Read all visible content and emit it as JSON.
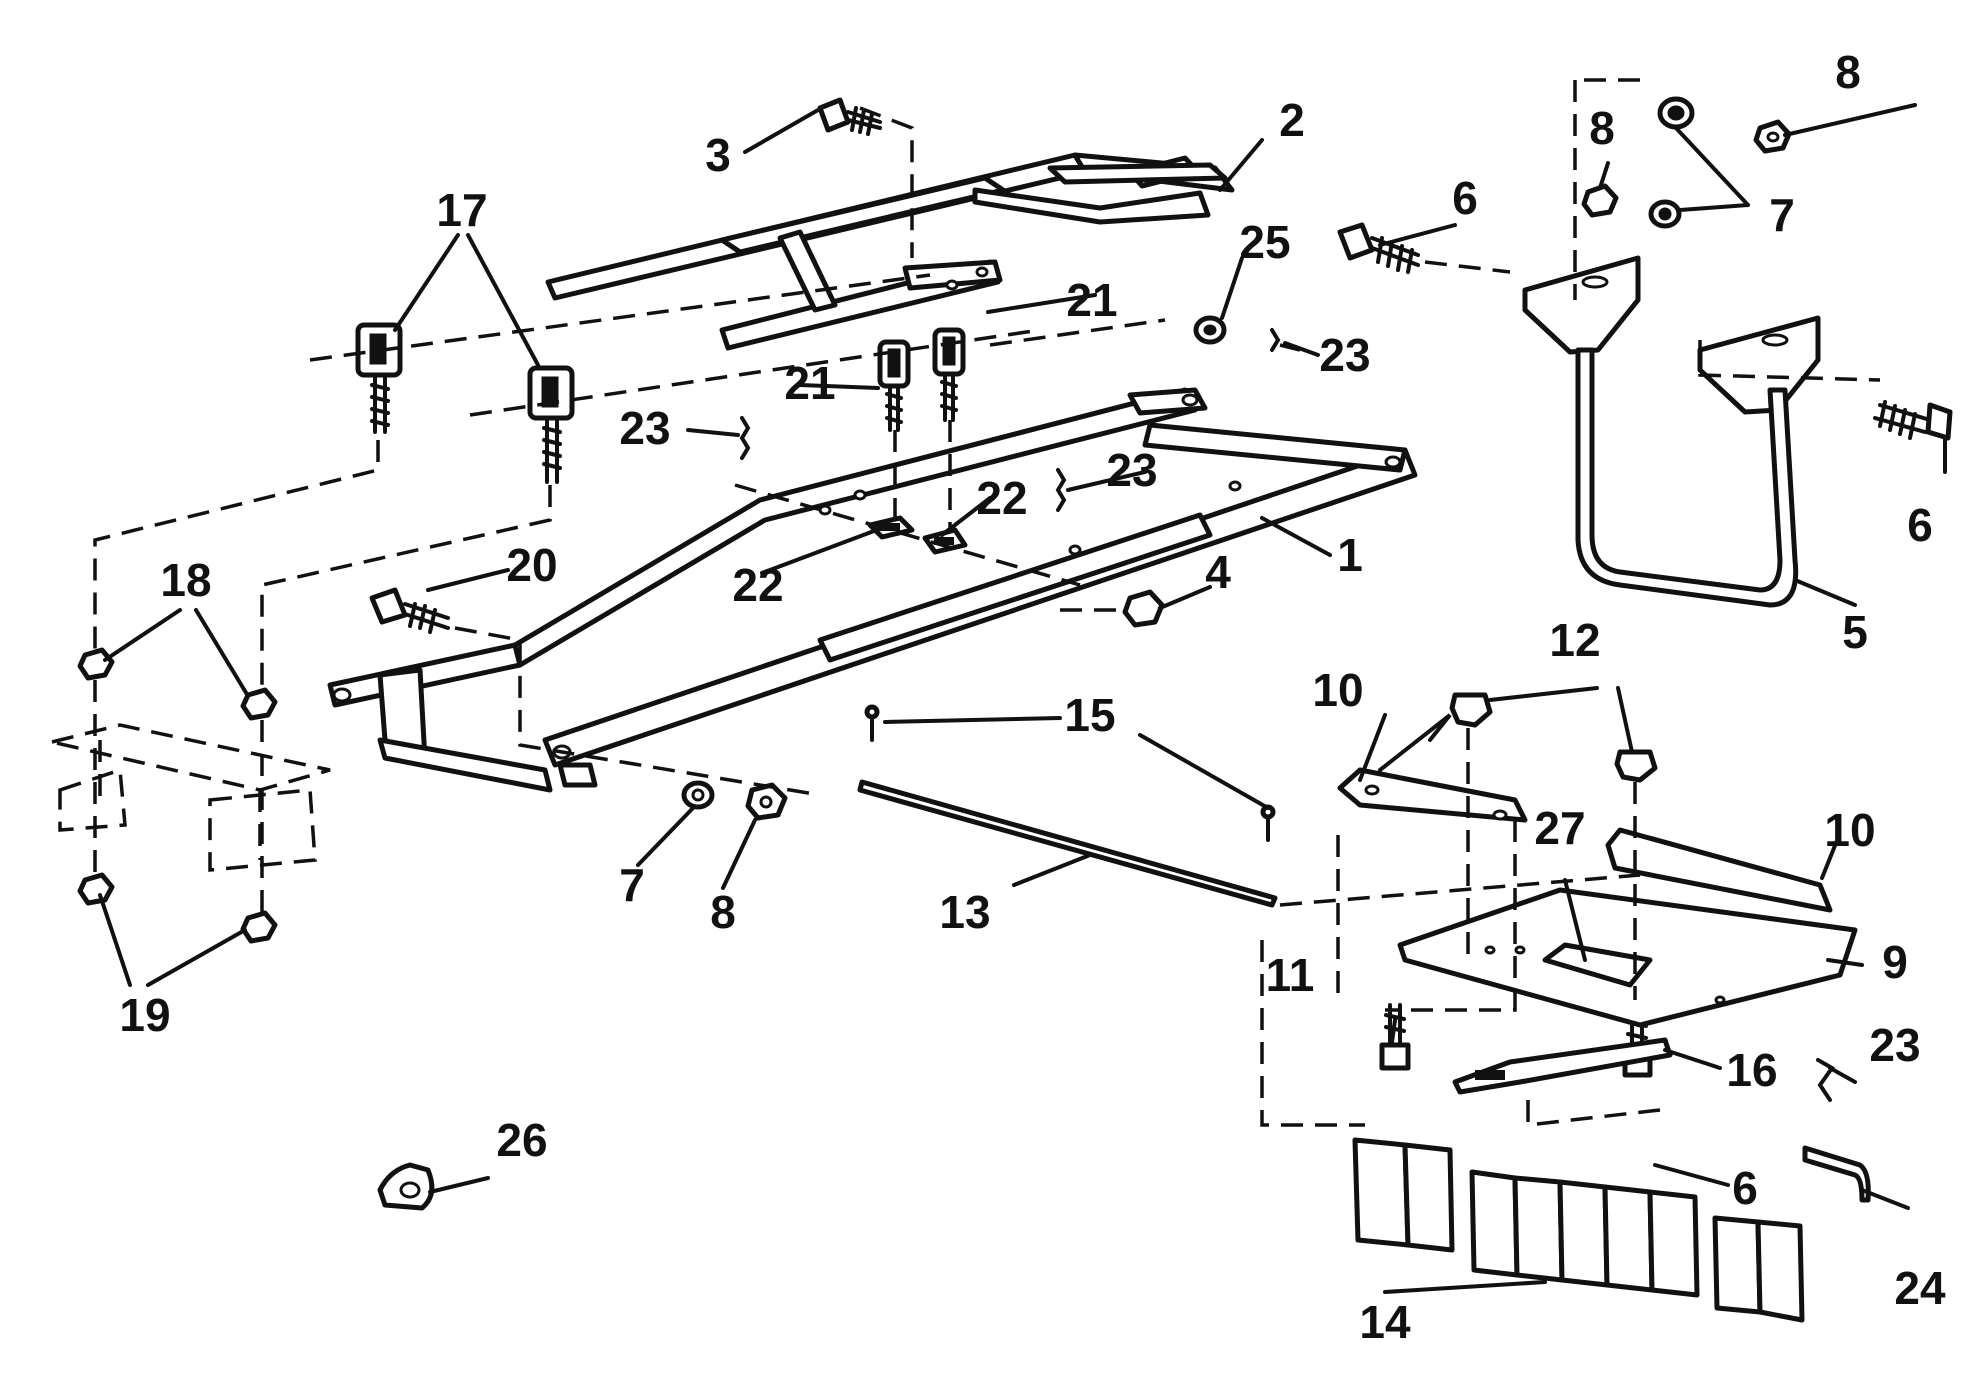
{
  "callouts": {
    "c1": "1",
    "c2": "2",
    "c3": "3",
    "c4": "4",
    "c5": "5",
    "c6a": "6",
    "c6b": "6",
    "c6c": "6",
    "c7a": "7",
    "c7b": "7",
    "c8a": "8",
    "c8b": "8",
    "c8c": "8",
    "c9": "9",
    "c10a": "10",
    "c10b": "10",
    "c11": "11",
    "c12": "12",
    "c13": "13",
    "c14": "14",
    "c15": "15",
    "c16": "16",
    "c17": "17",
    "c18": "18",
    "c19": "19",
    "c20": "20",
    "c21a": "21",
    "c21b": "21",
    "c22a": "22",
    "c22b": "22",
    "c23a": "23",
    "c23b": "23",
    "c23c": "23",
    "c23d": "23",
    "c24": "24",
    "c25": "25",
    "c26": "26",
    "c27": "27"
  },
  "colors": {
    "ink": "#111111",
    "paper": "#ffffff"
  }
}
